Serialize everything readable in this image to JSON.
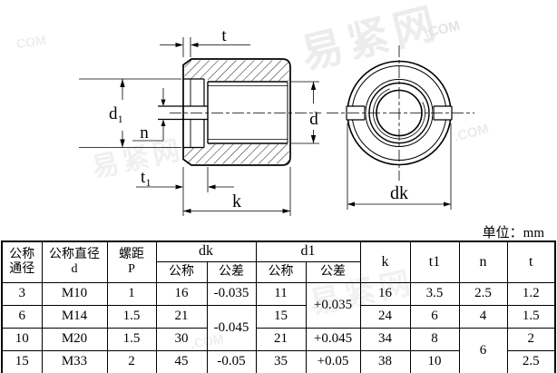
{
  "page": {
    "unit_label": "单位：mm"
  },
  "watermarks": {
    "w1": "易紧网",
    "w2": ".COM",
    "w3": "COM",
    "w4": "易紧网",
    "w5": ".COM",
    "w6": "易紧网",
    "w7": ".COM"
  },
  "drawing": {
    "section_view": {
      "t": "t",
      "d1": "d₁",
      "n": "n",
      "t1": "t₁",
      "k": "k",
      "d": "d"
    },
    "front_view": {
      "dk": "dk"
    }
  },
  "table": {
    "header": {
      "col1_line1": "公称",
      "col1_line2": "通径",
      "col2_line1": "公称直径",
      "col2_line2": "d",
      "col3_line1": "螺距",
      "col3_line2": "P",
      "dk": "dk",
      "d1": "d1",
      "nominal": "公称",
      "tolerance": "公差",
      "k": "k",
      "t1": "t1",
      "n": "n",
      "t": "t"
    },
    "rows": [
      [
        "3",
        "M10",
        "1",
        "16",
        "-0.035",
        "11",
        "+0.035",
        "16",
        "3.5",
        "2.5",
        "1.2"
      ],
      [
        "6",
        "M14",
        "1.5",
        "21",
        "-0.045",
        "15",
        "24",
        "6",
        "4",
        "1.5"
      ],
      [
        "10",
        "M20",
        "1.5",
        "30",
        "21",
        "+0.045",
        "34",
        "8",
        "6",
        "2"
      ],
      [
        "15",
        "M33",
        "2",
        "45",
        "-0.05",
        "35",
        "+0.05",
        "38",
        "10",
        "2.5"
      ]
    ]
  }
}
